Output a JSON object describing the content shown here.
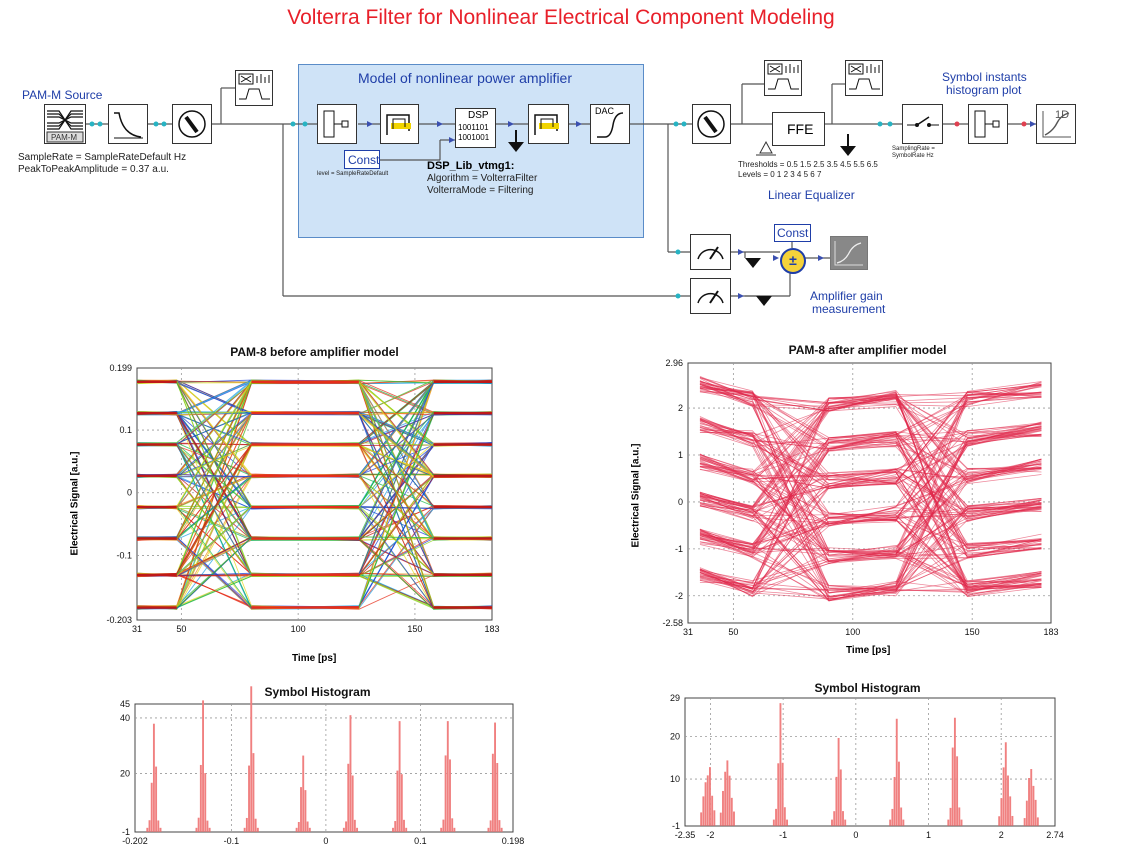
{
  "title": "Volterra Filter for Nonlinear Electrical Component Modeling",
  "source": {
    "label": "PAM-M Source",
    "block_text": "PAM-M",
    "params": [
      "SampleRate = SampleRateDefault Hz",
      "PeakToPeakAmplitude = 0.37 a.u."
    ]
  },
  "amplifier": {
    "title": "Model of nonlinear power amplifier",
    "const_label": "Const",
    "const_param": "level = SampleRateDefault",
    "dsp_label": "DSP",
    "dsp_bits": [
      "1001101",
      "1001001"
    ],
    "dac_label": "DAC",
    "name": "DSP_Lib_vtmg1:",
    "params": [
      "Algorithm = VolterraFilter",
      "VolterraMode = Filtering"
    ]
  },
  "equalizer": {
    "ffe_label": "FFE",
    "params": [
      "Thresholds = 0.5 1.5 2.5 3.5 4.5 5.5 6.5",
      "Levels = 0 1 2 3 4 5 6 7"
    ],
    "name": "Linear Equalizer"
  },
  "histogram_plot": {
    "label_lines": [
      "Symbol instants",
      "histogram plot"
    ],
    "sampler_params": [
      "SamplingRate =",
      "SymbolRate Hz"
    ],
    "display_1d": "1D"
  },
  "gain": {
    "const_label": "Const",
    "sum_symbol": "±",
    "label_lines": [
      "Amplifier gain",
      "measurement"
    ]
  },
  "colors": {
    "title": "#e8202a",
    "label_blue": "#1f3ea8",
    "amp_region": "#cfe3f7",
    "eye_after": "#e0284a",
    "hist": "#f08080"
  },
  "eye_before": {
    "title": "PAM-8 before amplifier model",
    "xlabel": "Time [ps]",
    "ylabel": "Electrical Signal [a.u.]",
    "yticks": [
      "0.199",
      "0.1",
      "0",
      "-0.1",
      "-0.203"
    ],
    "xticks": [
      "31",
      "50",
      "100",
      "150",
      "183"
    ]
  },
  "eye_after": {
    "title": "PAM-8 after amplifier model",
    "xlabel": "Time [ps]",
    "ylabel": "Electrical Signal [a.u.]",
    "yticks": [
      "2.96",
      "2",
      "1",
      "0",
      "-1",
      "-2",
      "-2.58"
    ],
    "xticks": [
      "31",
      "50",
      "100",
      "150",
      "183"
    ]
  },
  "hist_before": {
    "title": "Symbol Histogram",
    "yticks": [
      "45",
      "40",
      "20",
      "-1"
    ],
    "xticks": [
      "-0.202",
      "-0.1",
      "0",
      "0.1",
      "0.198"
    ]
  },
  "hist_after": {
    "title": "Symbol Histogram",
    "yticks": [
      "29",
      "20",
      "10",
      "-1"
    ],
    "xticks": [
      "-2.35",
      "-2",
      "-1",
      "0",
      "1",
      "2",
      "2.74"
    ]
  }
}
